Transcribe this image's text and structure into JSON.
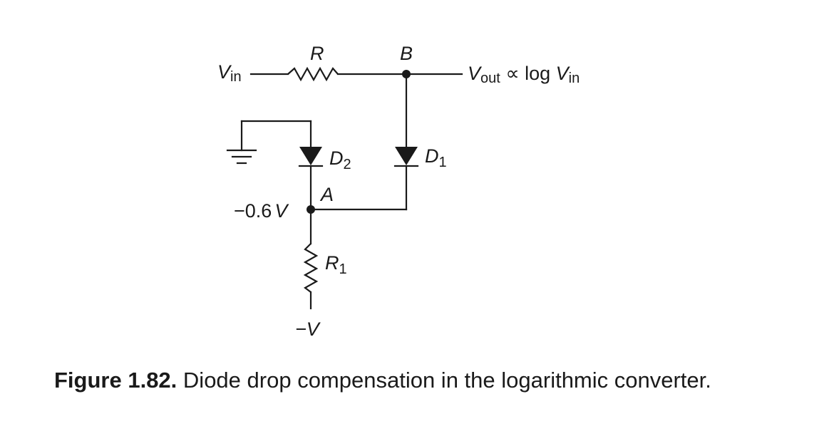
{
  "labels": {
    "vin": {
      "main": "V",
      "sub": "in"
    },
    "r": "R",
    "b": "B",
    "vout": {
      "main": "V",
      "sub": "out",
      "rel": " ∝ log ",
      "main2": "V",
      "sub2": "in"
    },
    "d2": {
      "main": "D",
      "sub": "2"
    },
    "d1": {
      "main": "D",
      "sub": "1"
    },
    "a": "A",
    "va": {
      "value": "−0.6",
      "unit": "V"
    },
    "r1": {
      "main": "R",
      "sub": "1"
    },
    "vneg": "−V"
  },
  "caption": {
    "number": "Figure 1.82.",
    "text": "Diode drop compensation in the logarithmic converter."
  }
}
